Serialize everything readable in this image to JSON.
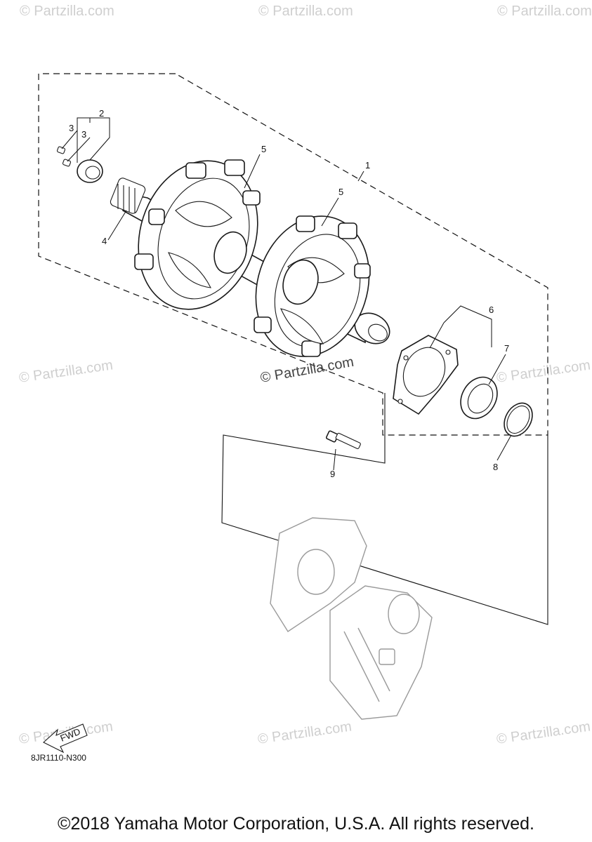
{
  "diagram": {
    "code": "8JR1110-N300",
    "copyright": "©2018 Yamaha Motor Corporation, U.S.A. All rights reserved.",
    "watermark": "© Partzilla.com",
    "watermark_small": "© Partzilla.com",
    "fwd_label": "FWD",
    "callouts": [
      {
        "id": "1",
        "label": "1"
      },
      {
        "id": "2",
        "label": "2"
      },
      {
        "id": "3a",
        "label": "3"
      },
      {
        "id": "3b",
        "label": "3"
      },
      {
        "id": "4",
        "label": "4"
      },
      {
        "id": "5a",
        "label": "5"
      },
      {
        "id": "5b",
        "label": "5"
      },
      {
        "id": "6",
        "label": "6"
      },
      {
        "id": "7",
        "label": "7"
      },
      {
        "id": "8",
        "label": "8"
      },
      {
        "id": "9",
        "label": "9"
      }
    ]
  }
}
